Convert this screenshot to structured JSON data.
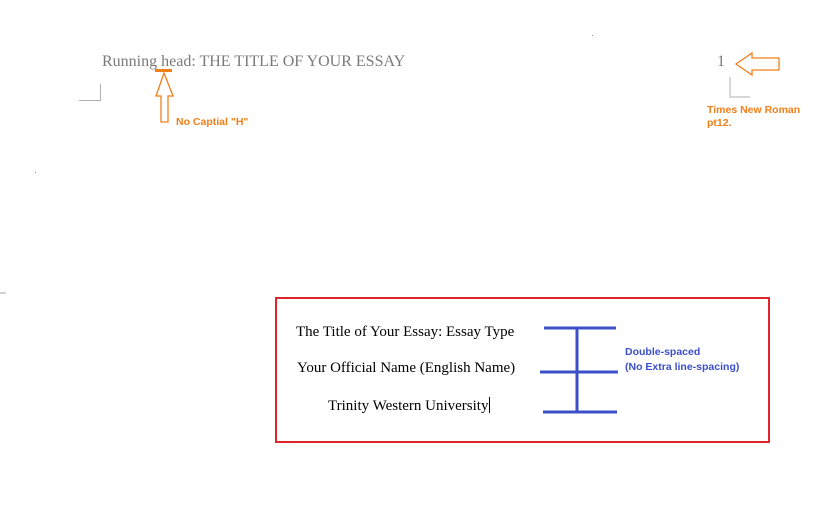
{
  "header": {
    "running_head": "Running head: THE TITLE OF YOUR ESSAY",
    "page_number": "1"
  },
  "annotations": {
    "capital_h": "No Captial \"H\"",
    "font_line1": "Times New Roman",
    "font_line2": "pt12.",
    "spacing_line1": "Double-spaced",
    "spacing_line2": "(No Extra line-spacing)"
  },
  "title_page": {
    "title": "The Title of Your Essay: Essay Type",
    "name": "Your Official Name (English Name)",
    "institution": "Trinity Western University"
  },
  "colors": {
    "annotation_orange": "#f07f1a",
    "annotation_blue": "#3a4fc8",
    "highlight_red": "#e0242c",
    "header_gray": "#7a7a7a"
  }
}
